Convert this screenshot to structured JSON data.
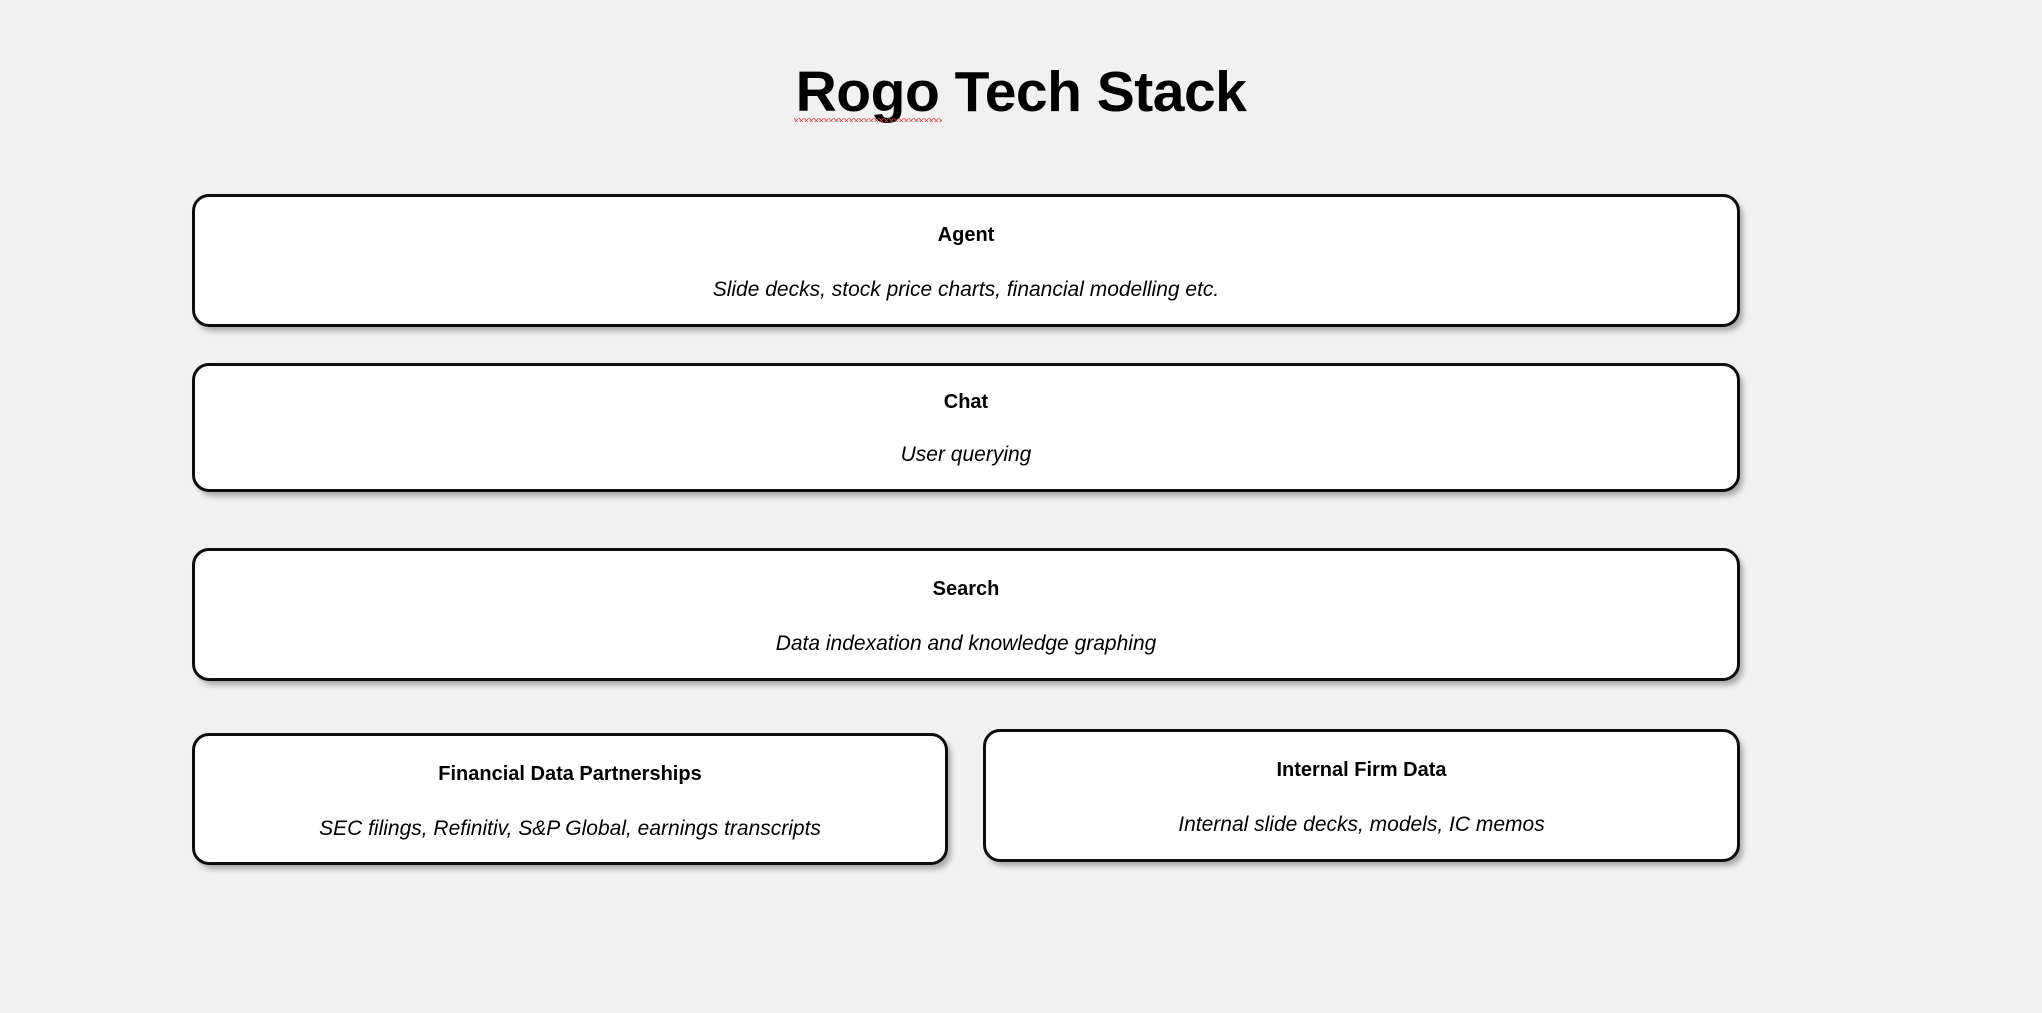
{
  "page": {
    "title_prefix": "Rogo",
    "title_suffix": " Tech Stack",
    "title_full": "Rogo Tech Stack",
    "background_color": "#f1f1f1",
    "card_background_color": "#ffffff",
    "card_border_color": "#0d0d0d",
    "spellcheck_underline_color": "#e23b3b",
    "text_color": "#000000"
  },
  "stack": {
    "layers": [
      {
        "id": "agent",
        "title": "Agent",
        "subtitle": "Slide decks, stock price charts, financial modelling etc."
      },
      {
        "id": "chat",
        "title": "Chat",
        "subtitle": "User querying"
      },
      {
        "id": "search",
        "title": "Search",
        "subtitle": "Data indexation and knowledge graphing"
      },
      {
        "id": "financial-data-partnerships",
        "title": "Financial Data Partnerships",
        "subtitle": "SEC filings, Refinitiv, S&P Global, earnings transcripts"
      },
      {
        "id": "internal-firm-data",
        "title": "Internal Firm Data",
        "subtitle": "Internal slide decks, models, IC memos"
      }
    ]
  }
}
